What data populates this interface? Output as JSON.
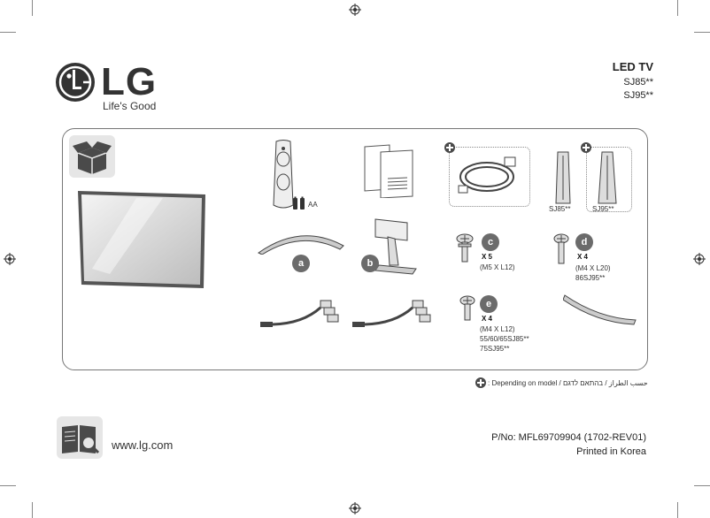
{
  "brand": {
    "logo_text": "LG",
    "tagline": "Life's Good"
  },
  "product": {
    "type": "LED TV",
    "models": [
      "SJ85**",
      "SJ95**"
    ]
  },
  "accessories": {
    "batteries_label": "AA",
    "stand_models": {
      "left": "SJ85**",
      "right": "SJ95**"
    },
    "part_a": "a",
    "part_b": "b",
    "part_c": {
      "letter": "c",
      "qty": "X 5",
      "spec": "(M5 X L12)"
    },
    "part_d": {
      "letter": "d",
      "qty": "X 4",
      "spec": "(M4 X L20)",
      "models": "86SJ95**"
    },
    "part_e": {
      "letter": "e",
      "qty": "X 4",
      "spec": "(M4 X L12)",
      "models1": "55/60/65SJ85**",
      "models2": "75SJ95**"
    }
  },
  "note": {
    "text": ": Depending on model / حسب الطراز / בהתאם לדגם"
  },
  "footer": {
    "url": "www.lg.com",
    "part_no": "P/No: MFL69709904 (1702-REV01)",
    "printed": "Printed in Korea"
  },
  "colors": {
    "badge": "#6b6b6b",
    "logo": "#333333",
    "icon_bg": "#e6e6e6"
  }
}
